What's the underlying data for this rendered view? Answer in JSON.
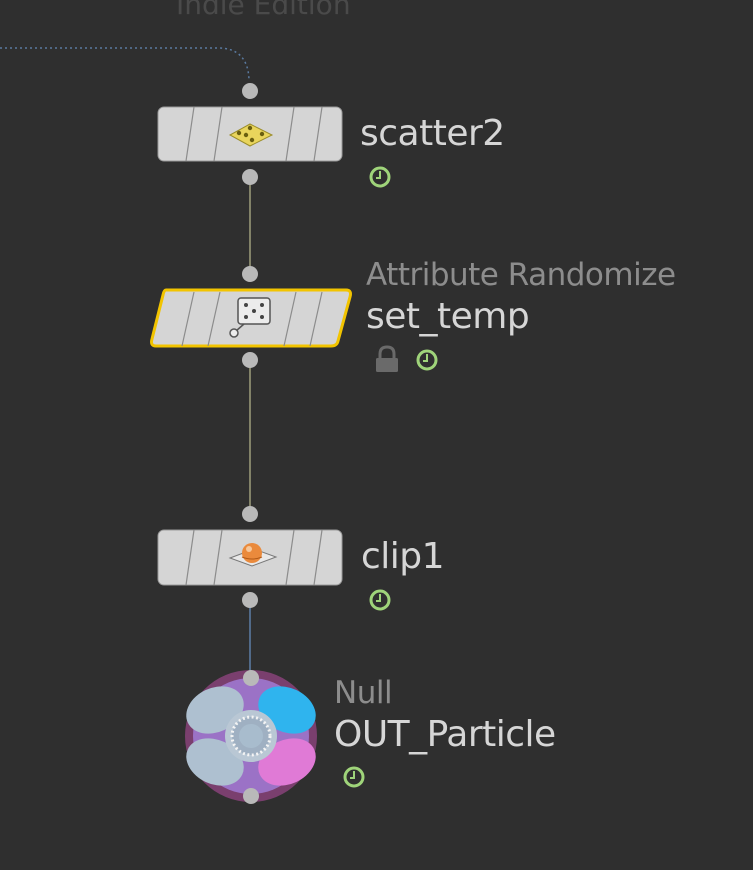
{
  "network": {
    "watermark": "Indie Edition",
    "colors": {
      "background": "#2f2f2f",
      "wire": "#b9b98e",
      "wire_out": "#5a7aa0",
      "node_body": "#d5d5d5",
      "selected_outline": "#f2c400",
      "connector": "#b9b9b9",
      "time_badge": "#9fd47a"
    },
    "nodes": [
      {
        "name": "scatter2",
        "type_label": "",
        "icon": "scatter-points-icon",
        "selected": false,
        "locked": false,
        "time_dependent": true
      },
      {
        "name": "set_temp",
        "type_label": "Attribute Randomize",
        "icon": "dice-randomize-icon",
        "selected": true,
        "locked": true,
        "time_dependent": true
      },
      {
        "name": "clip1",
        "type_label": "",
        "icon": "clip-sphere-icon",
        "selected": false,
        "locked": false,
        "time_dependent": true
      },
      {
        "name": "OUT_Particle",
        "type_label": "Null",
        "icon": "null-node-icon",
        "selected": false,
        "locked": false,
        "time_dependent": true
      }
    ]
  }
}
